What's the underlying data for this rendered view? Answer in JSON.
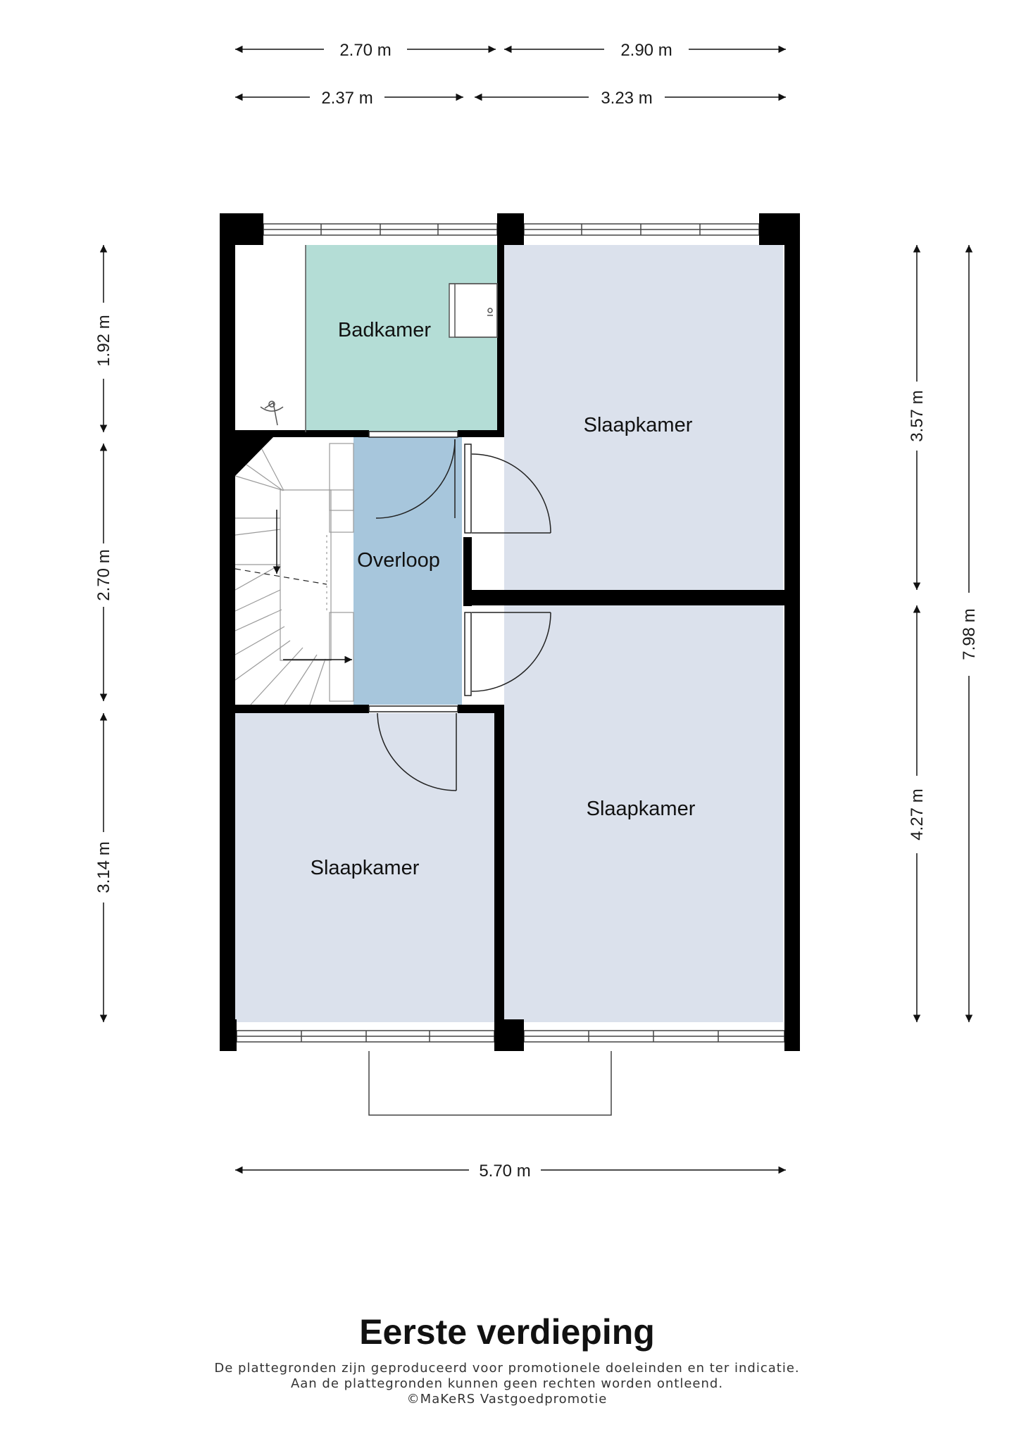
{
  "plan": {
    "title": "Eerste verdieping",
    "disclaimer": [
      "De plattegronden zijn geproduceerd voor promotionele doeleinden en ter indicatie.",
      "Aan de plattegronden kunnen geen rechten worden ontleend.",
      "©MaKeRS Vastgoedpromotie"
    ],
    "rooms": {
      "badkamer": "Badkamer",
      "overloop": "Overloop",
      "slaapkamer_top_right": "Slaapkamer",
      "slaapkamer_bottom_right": "Slaapkamer",
      "slaapkamer_bottom_left": "Slaapkamer"
    },
    "dimensions": {
      "top_row1_left": "2.70 m",
      "top_row1_right": "2.90 m",
      "top_row2_left": "2.37 m",
      "top_row2_right": "3.23 m",
      "left_top": "1.92 m",
      "left_middle": "2.70 m",
      "left_bottom": "3.14 m",
      "right_top": "3.57 m",
      "right_bottom": "4.27 m",
      "right_total": "7.98 m",
      "bottom_total": "5.70 m"
    },
    "colors": {
      "bathroom": "#b4ddd6",
      "landing": "#a7c6dc",
      "bedroom": "#dbe1ec",
      "wall": "#000000"
    }
  }
}
